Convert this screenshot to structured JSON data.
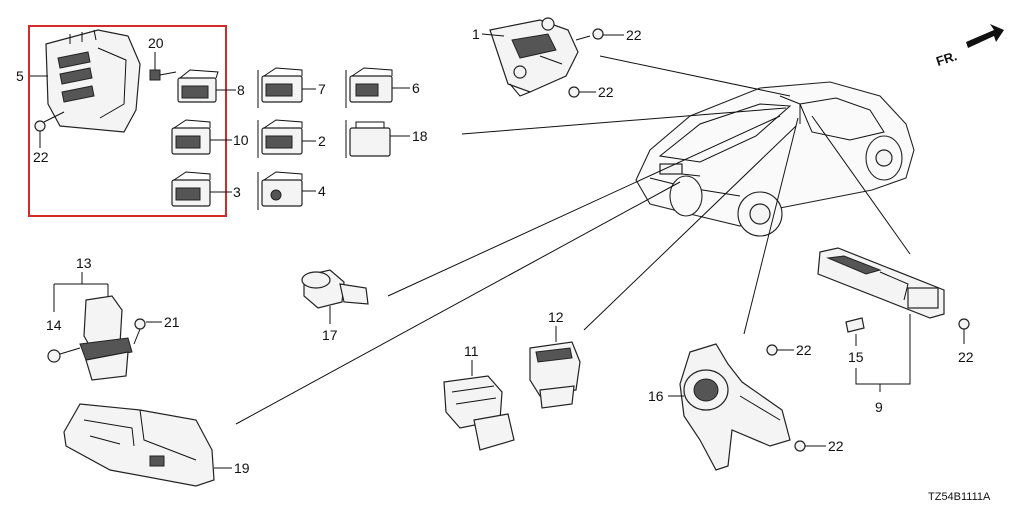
{
  "diagram": {
    "code": "TZ54B1111A",
    "front_label": "FR.",
    "highlight_color": "#d42a2a",
    "callouts": [
      "1",
      "2",
      "3",
      "4",
      "5",
      "6",
      "7",
      "8",
      "9",
      "10",
      "11",
      "12",
      "13",
      "14",
      "15",
      "16",
      "17",
      "18",
      "19",
      "20",
      "21",
      "22"
    ]
  }
}
